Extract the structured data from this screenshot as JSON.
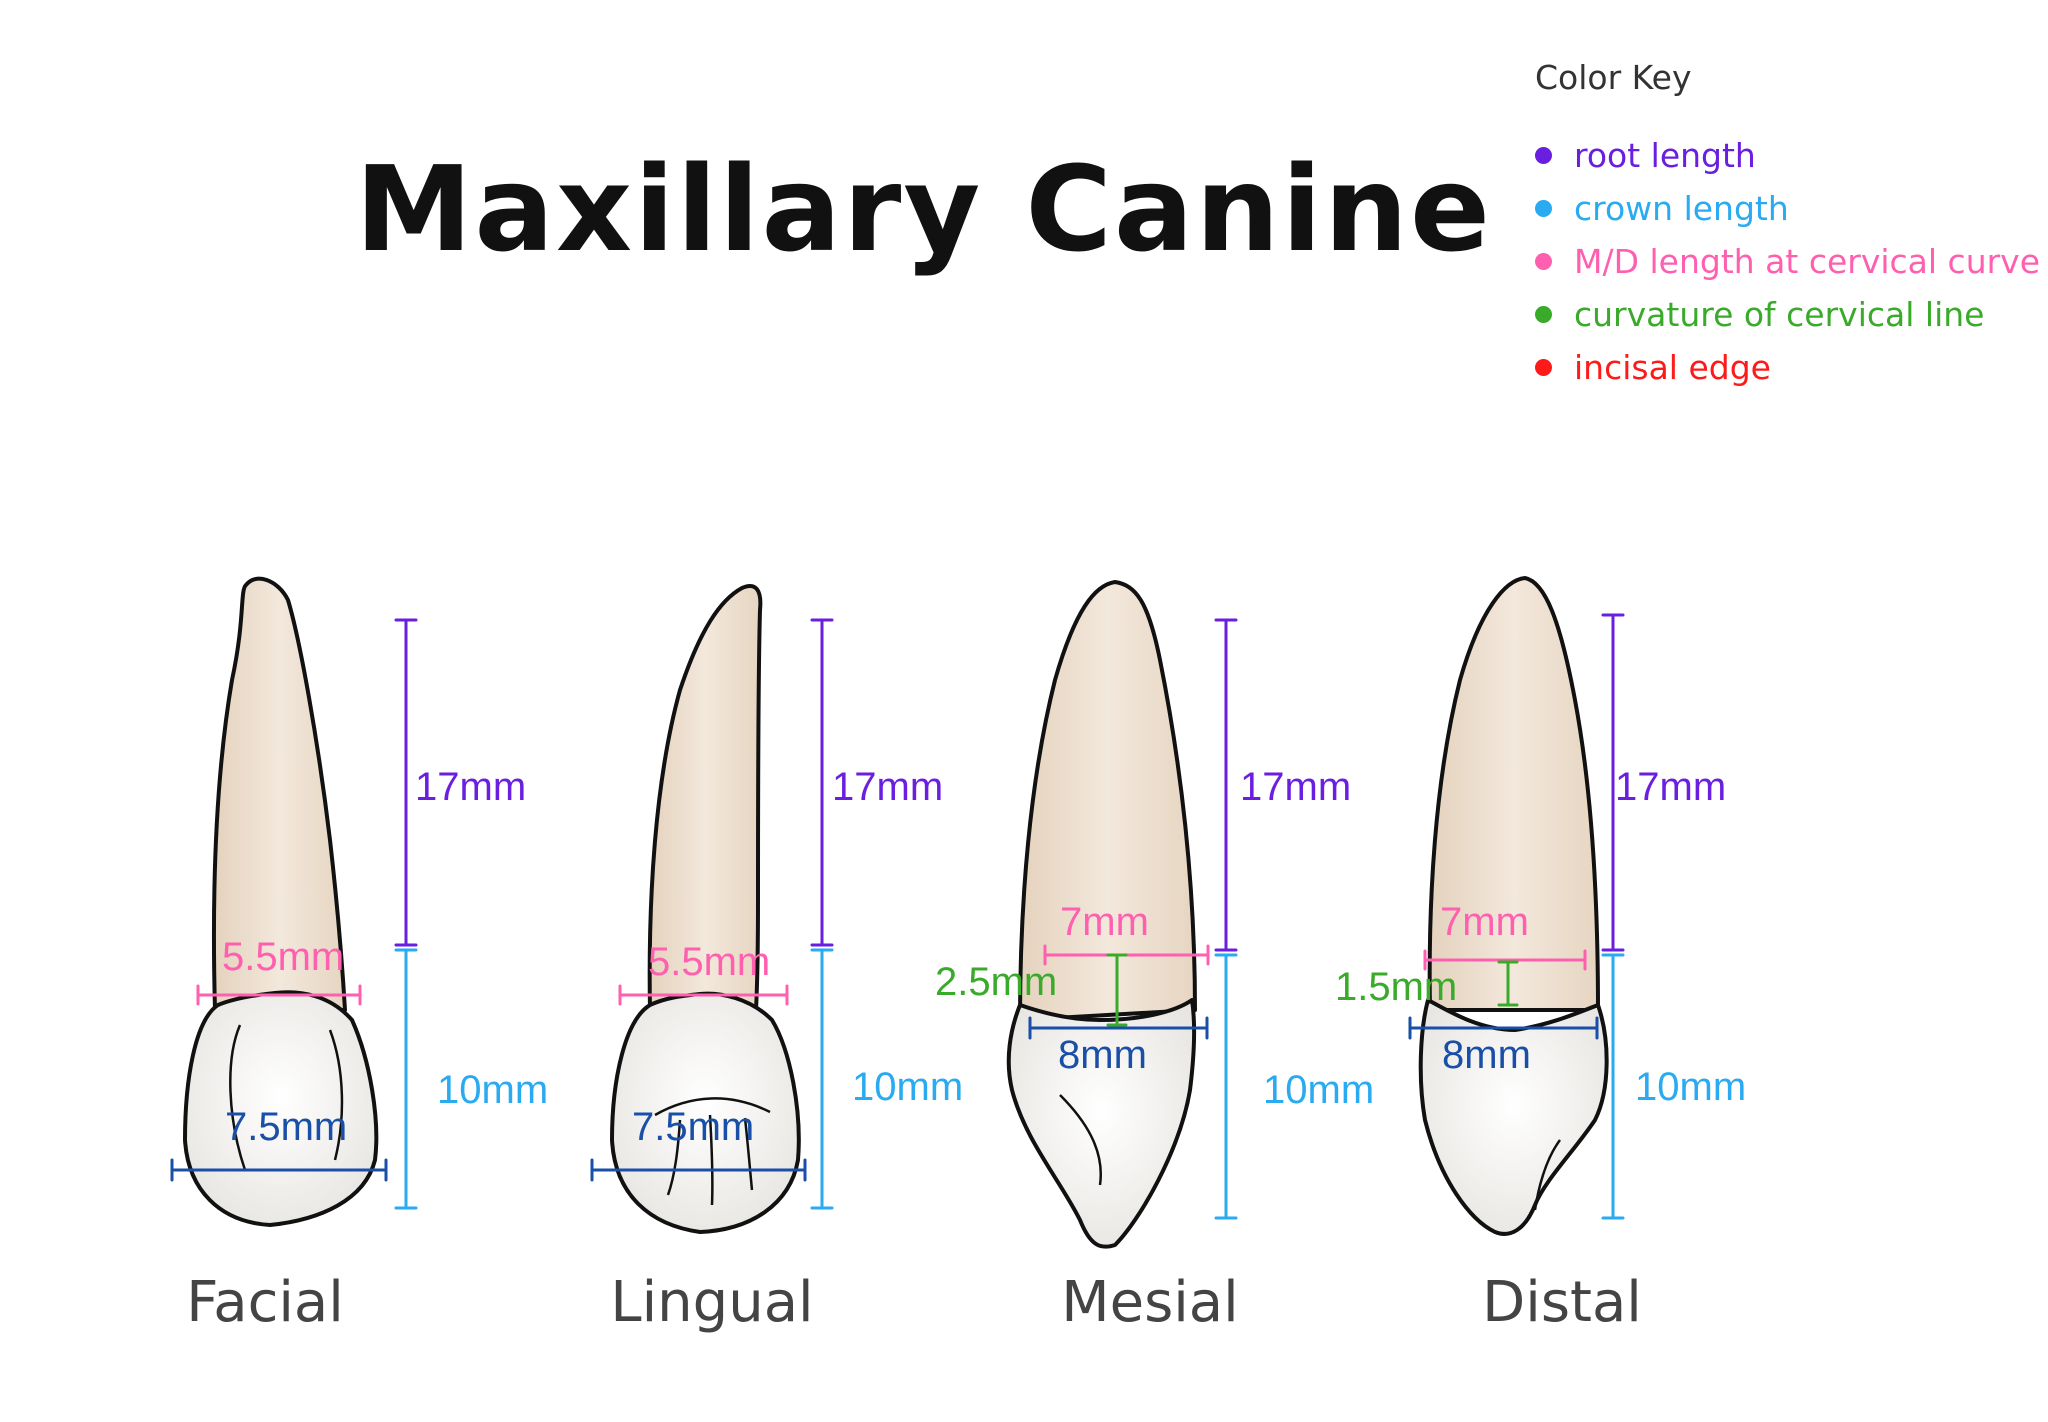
{
  "title": "Maxillary Canine",
  "color_key": {
    "heading": "Color Key",
    "items": [
      {
        "label": "root length",
        "color": "#6a1fe0"
      },
      {
        "label": "crown length",
        "color": "#2aaaf0"
      },
      {
        "label": "M/D length at cervical curve",
        "color": "#ff5faf"
      },
      {
        "label": "curvature of cervical line",
        "color": "#3aaa2a"
      },
      {
        "label": "incisal edge",
        "color": "#ff1a1a"
      }
    ]
  },
  "colors": {
    "root": "#6a1fe0",
    "crown": "#2aaaf0",
    "cervical": "#ff5faf",
    "curvature": "#3aaa2a",
    "mesiodistal": "#1a4fa8",
    "tooth_root": "#efe2d2",
    "tooth_crown": "#f7f6f4",
    "outline": "#111111"
  },
  "views": [
    {
      "label": "Facial",
      "root_length": "17mm",
      "crown_length": "10mm",
      "cervical_width": "5.5mm",
      "crown_width": "7.5mm"
    },
    {
      "label": "Lingual",
      "root_length": "17mm",
      "crown_length": "10mm",
      "cervical_width": "5.5mm",
      "crown_width": "7.5mm"
    },
    {
      "label": "Mesial",
      "root_length": "17mm",
      "crown_length": "10mm",
      "cervical_width": "7mm",
      "crown_width": "8mm",
      "curvature": "2.5mm"
    },
    {
      "label": "Distal",
      "root_length": "17mm",
      "crown_length": "10mm",
      "cervical_width": "7mm",
      "crown_width": "8mm",
      "curvature": "1.5mm"
    }
  ]
}
